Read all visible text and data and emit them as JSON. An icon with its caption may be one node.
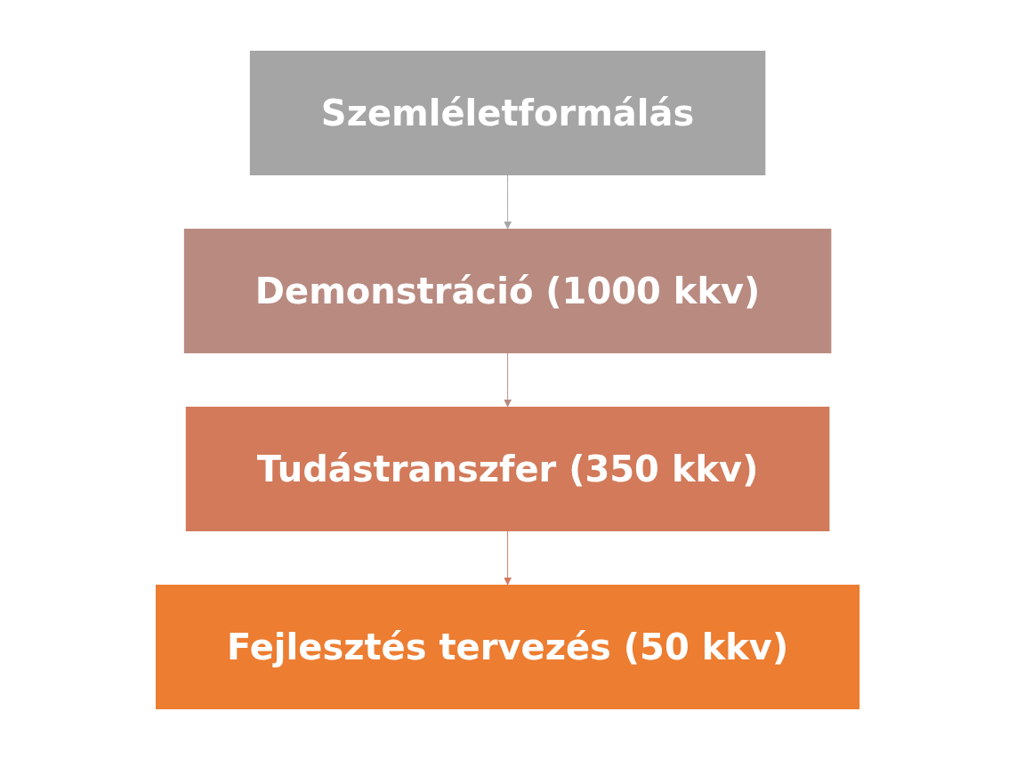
{
  "diagram": {
    "nodes": [
      {
        "text": [
          "Szemléletformálás"
        ]
      },
      {
        "text": [
          "Demonstráció (1000 kkv)"
        ]
      },
      {
        "text": [
          "Tudástranszfer (350 kkv)"
        ]
      },
      {
        "text": [
          "Fejlesztés tervezés (50 kkv)"
        ]
      }
    ],
    "edges": [
      {
        "from": 0,
        "to": 1,
        "arrow": "to",
        "color": "#a5a5a5"
      },
      {
        "from": 1,
        "to": 2,
        "arrow": "to",
        "color": "#b98a80"
      },
      {
        "from": 2,
        "to": 3,
        "arrow": "to",
        "color": "#d27a5a"
      }
    ]
  }
}
